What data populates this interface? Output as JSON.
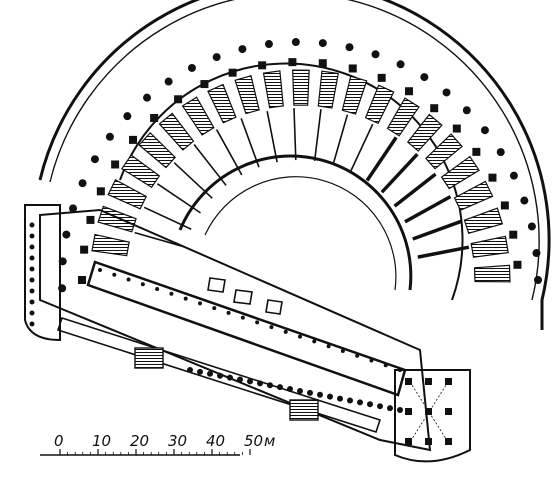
{
  "drawing": {
    "subject": "architectural ground plan",
    "ink_color": "#111111",
    "paper_color": "#ffffff",
    "hatch_style": "parallel line hatching on radial stair ramps",
    "pier_style": "solid black square piers in outer arcades"
  },
  "scale_bar": {
    "ticks": [
      "0",
      "10",
      "20",
      "30",
      "40",
      "50"
    ],
    "unit": "м"
  }
}
